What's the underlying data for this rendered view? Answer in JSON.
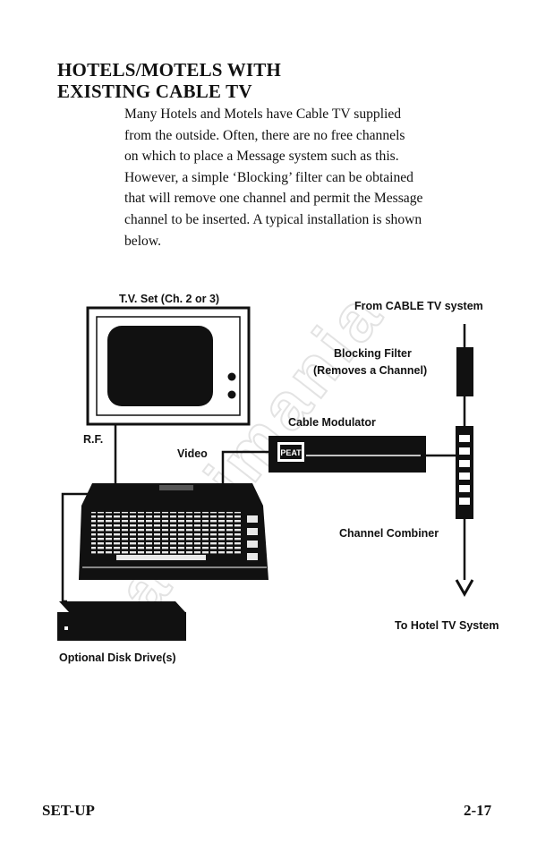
{
  "heading": {
    "line1": "HOTELS/MOTELS WITH",
    "line2": "EXISTING CABLE TV"
  },
  "paragraph": {
    "lines": [
      "Many Hotels and Motels have Cable TV supplied",
      "from the outside. Often, there are no free channels",
      "on which to place a Message system such as this.",
      "However, a simple ‘Blocking’ filter can be obtained",
      "that will remove one channel and permit the Message",
      "channel to be inserted. A typical installation is shown",
      "below."
    ]
  },
  "diagram": {
    "tv_set": "T.V. Set (Ch. 2 or 3)",
    "from_cable": "From CABLE TV system",
    "blocking_filter": "Blocking Filter",
    "removes_channel": "(Removes a Channel)",
    "cable_modulator": "Cable Modulator",
    "rf": "R.F.",
    "video": "Video",
    "channel_combiner": "Channel Combiner",
    "to_hotel": "To Hotel TV System",
    "disk_drive": "Optional Disk Drive(s)",
    "modulator_badge": "PEAT"
  },
  "footer": {
    "left": "SET-UP",
    "right": "2-17"
  },
  "watermark": "atarimania"
}
